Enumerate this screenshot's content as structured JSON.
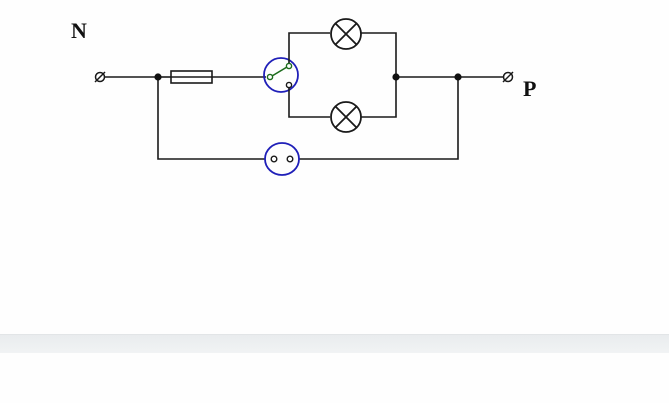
{
  "diagram": {
    "terminal_left_label": "N",
    "terminal_right_label": "P",
    "components": {
      "fuse": "fuse",
      "switch": "two-way switch",
      "lamps": [
        "lamp",
        "lamp"
      ],
      "socket": "socket"
    }
  },
  "colors": {
    "wire": "#1a1a1a",
    "socket_outline": "#1f1fb8",
    "switch_blade": "#1c6b1c",
    "background": "#fefefe"
  }
}
